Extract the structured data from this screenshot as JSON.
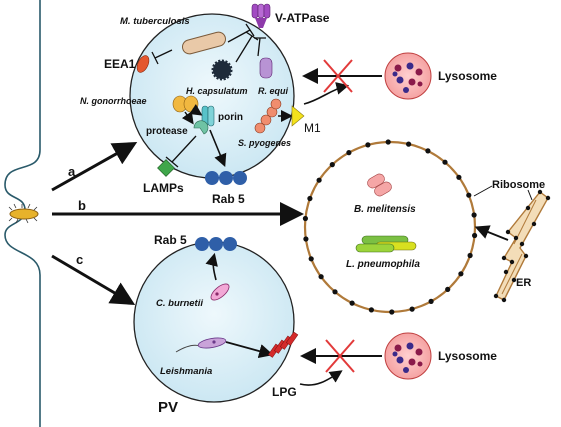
{
  "labels": {
    "m_tuberculosis": "M. tuberculosis",
    "v_atpase": "V-ATPase",
    "eea1": "EEA1",
    "h_capsulatum": "H. capsulatum",
    "r_equi": "R. equi",
    "n_gonorrhoeae": "N. gonorrhoeae",
    "porin": "porin",
    "protease": "protease",
    "s_pyogenes": "S. pyogenes",
    "m1": "M1",
    "lamps": "LAMPs",
    "rab5_top": "Rab 5",
    "lysosome_top": "Lysosome",
    "path_a": "a",
    "path_b": "b",
    "path_c": "c",
    "b_melitensis": "B. melitensis",
    "l_pneumophila": "L. pneumophila",
    "ribosome": "Ribosome",
    "er": "ER",
    "rab5_bottom": "Rab 5",
    "c_burnetii": "C. burnetii",
    "leishmania": "Leishmania",
    "lpg": "LPG",
    "lysosome_bottom": "Lysosome",
    "pv": "PV"
  },
  "colors": {
    "vacuole_fill": "#d6eef7",
    "rab5_blue": "#2f5fa8",
    "lysosome_red": "#e23a3a",
    "replicative_border": "#b07a3a",
    "lpg_red": "#d42a2a",
    "lamp_green": "#3fa64a",
    "v_atpase_purple": "#a24bc2",
    "m1_yellow": "#f4e21c"
  },
  "icons": [
    "bacterium-icon",
    "inhibit-bar-icon",
    "arrow-icon",
    "cross-icon"
  ]
}
